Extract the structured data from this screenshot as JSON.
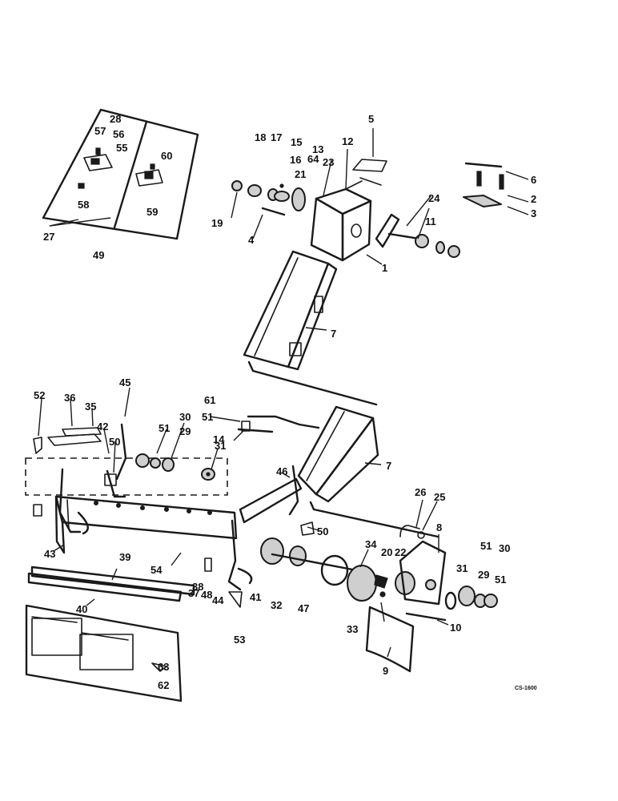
{
  "diagram_code": "CS-1600",
  "callouts": {
    "c1": "1",
    "c2": "2",
    "c3": "3",
    "c4": "4",
    "c5": "5",
    "c6": "6",
    "c7a": "7",
    "c7b": "7",
    "c8": "8",
    "c9": "9",
    "c10": "10",
    "c11": "11",
    "c12": "12",
    "c13": "13",
    "c14": "14",
    "c15": "15",
    "c16": "16",
    "c17": "17",
    "c18": "18",
    "c19": "19",
    "c20": "20",
    "c21": "21",
    "c22": "22",
    "c23": "23",
    "c24": "24",
    "c25": "25",
    "c26": "26",
    "c27": "27",
    "c28": "28",
    "c29a": "29",
    "c29b": "29",
    "c30a": "30",
    "c30b": "30",
    "c31a": "31",
    "c31b": "31",
    "c32": "32",
    "c33": "33",
    "c34": "34",
    "c35": "35",
    "c36": "36",
    "c37": "37",
    "c38": "38",
    "c39": "39",
    "c40": "40",
    "c41": "41",
    "c42": "42",
    "c43": "43",
    "c44": "44",
    "c45": "45",
    "c46": "46",
    "c47": "47",
    "c48": "48",
    "c49": "49",
    "c50a": "50",
    "c50b": "50",
    "c51a": "51",
    "c51b": "51",
    "c51c": "51",
    "c51d": "51",
    "c52": "52",
    "c53": "53",
    "c54": "54",
    "c55": "55",
    "c56": "56",
    "c57": "57",
    "c58": "58",
    "c59": "59",
    "c60": "60",
    "c61": "61",
    "c62": "62",
    "c63": "63",
    "c64": "64"
  }
}
